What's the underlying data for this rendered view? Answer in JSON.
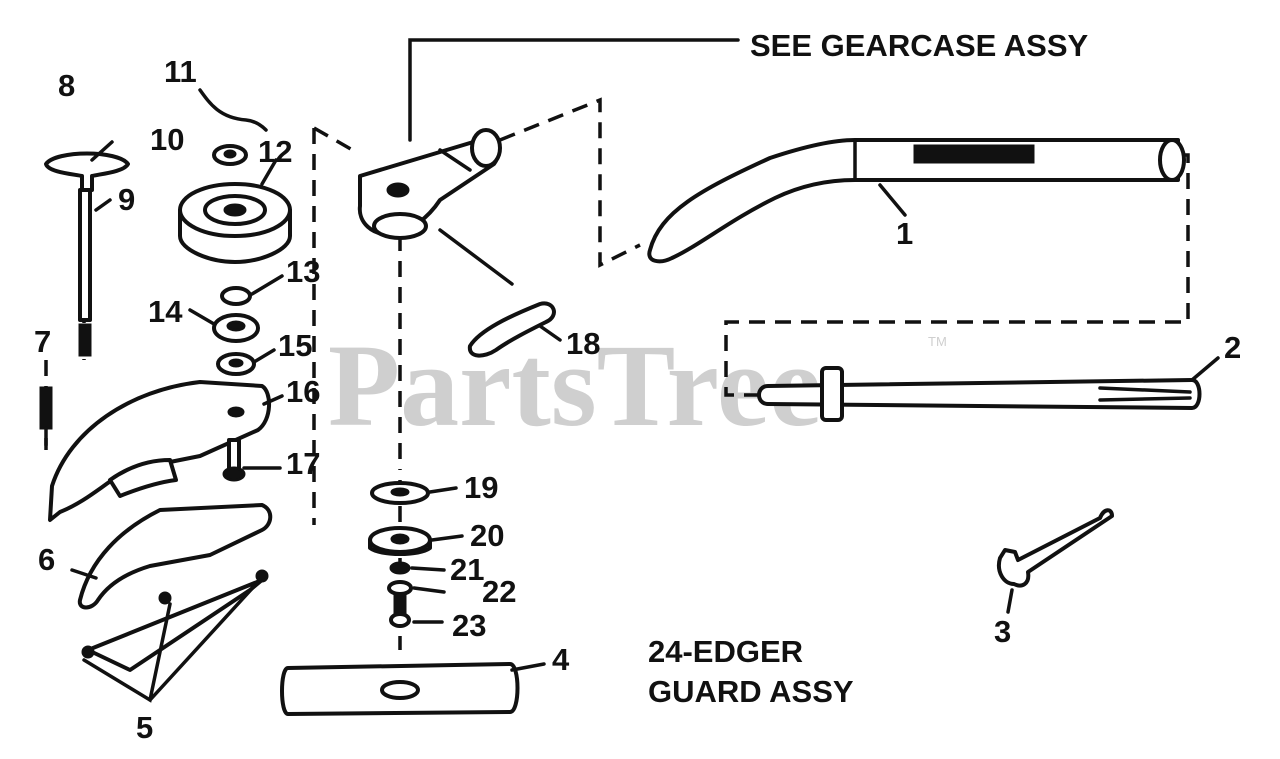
{
  "diagram": {
    "watermark": "PartsTree",
    "watermark_mark": "TM",
    "notes": {
      "gearcase": "SEE GEARCASE ASSY",
      "edger_line1": "24-EDGER",
      "edger_line2": "GUARD ASSY"
    },
    "callouts": {
      "c1": "1",
      "c2": "2",
      "c3": "3",
      "c4": "4",
      "c5": "5",
      "c6": "6",
      "c7": "7",
      "c8": "8",
      "c9": "9",
      "c10": "10",
      "c11": "11",
      "c12": "12",
      "c13": "13",
      "c14": "14",
      "c15": "15",
      "c16": "16",
      "c17": "17",
      "c18": "18",
      "c19": "19",
      "c20": "20",
      "c21": "21",
      "c22": "22",
      "c23": "23"
    }
  }
}
